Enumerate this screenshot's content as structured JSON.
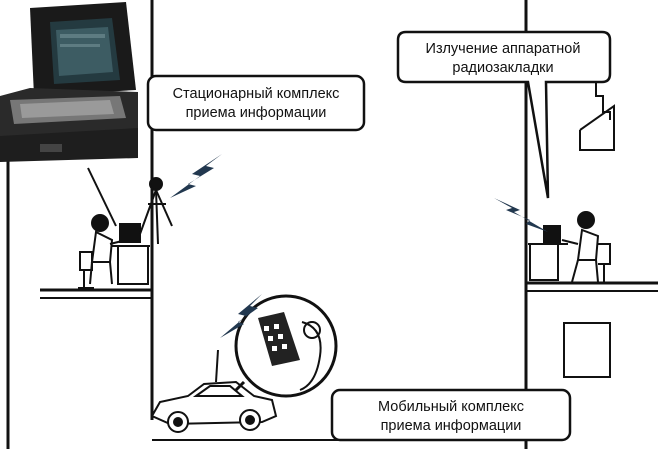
{
  "callouts": {
    "stationary": {
      "line1": "Стационарный комплекс",
      "line2": "приема информации"
    },
    "bug_emission": {
      "line1": "Излучение аппаратной",
      "line2": "радиозакладки"
    },
    "mobile": {
      "line1": "Мобильный комплекс",
      "line2": "приема информации"
    }
  },
  "colors": {
    "ink": "#111111",
    "wave": "#22384f",
    "background": "#ffffff"
  }
}
